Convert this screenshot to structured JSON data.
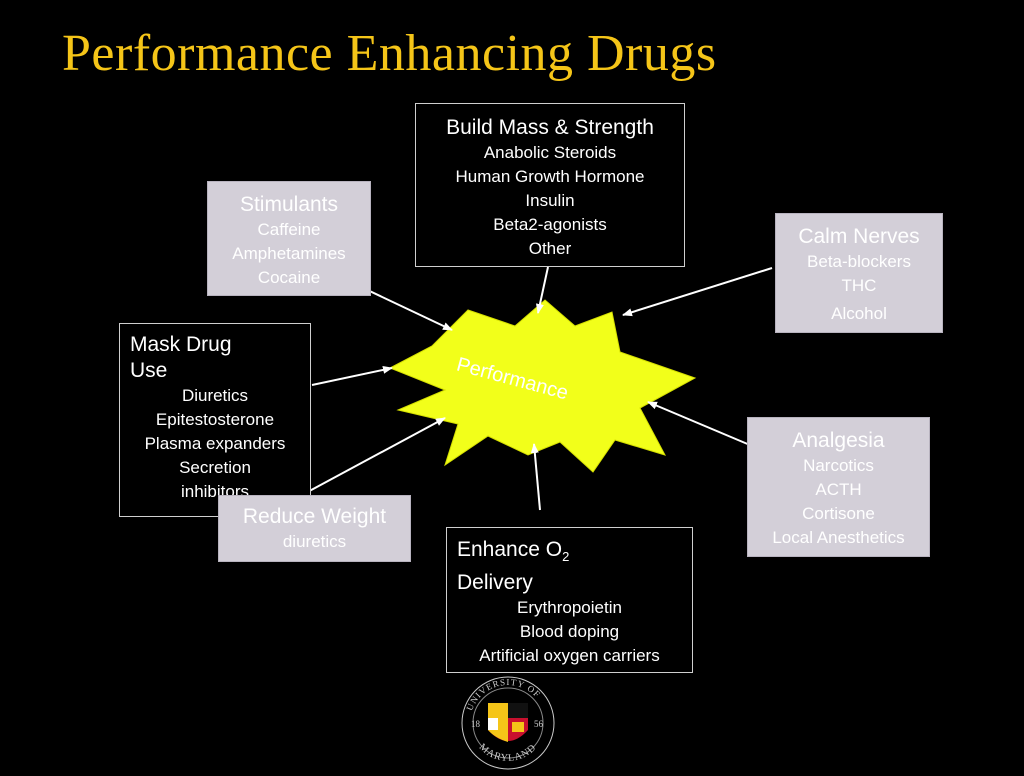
{
  "title": "Performance Enhancing Drugs",
  "center": "Performance",
  "build_mass": {
    "heading": "Build Mass & Strength",
    "items": [
      "Anabolic Steroids",
      "Human Growth Hormone",
      "Insulin",
      "Beta2-agonists",
      "Other"
    ]
  },
  "stimulants": {
    "heading": "Stimulants",
    "items": [
      "Caffeine",
      "Amphetamines",
      "Cocaine"
    ]
  },
  "calm_nerves": {
    "heading": "Calm Nerves",
    "items": [
      "Beta-blockers",
      "THC",
      "Alcohol"
    ]
  },
  "mask_drug_use": {
    "heading_line1": "Mask Drug",
    "heading_line2": "Use",
    "items": [
      "Diuretics",
      "Epitestosterone",
      "Plasma expanders",
      "Secretion",
      "inhibitors"
    ]
  },
  "analgesia": {
    "heading": "Analgesia",
    "items": [
      "Narcotics",
      "ACTH",
      "Cortisone",
      "Local Anesthetics"
    ]
  },
  "reduce_weight": {
    "heading": "Reduce Weight",
    "items": [
      "diuretics"
    ]
  },
  "enhance_o2": {
    "heading_prefix": "Enhance O",
    "heading_sub": "2",
    "heading_line2": "Delivery",
    "items": [
      "Erythropoietin",
      "Blood doping",
      "Artificial oxygen carriers"
    ]
  },
  "logo": {
    "top_text": "UNIVERSITY OF",
    "bottom_text": "MARYLAND",
    "year_left": "18",
    "year_right": "56"
  },
  "colors": {
    "title": "#f5c518",
    "burst": "#f2ff1a",
    "light_box": "#d3cfd8",
    "background": "#000000"
  }
}
